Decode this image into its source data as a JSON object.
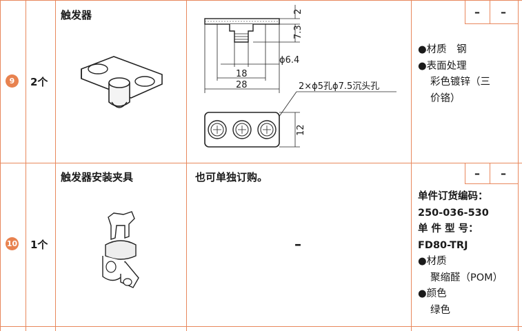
{
  "colors": {
    "border": "#e8875c",
    "badge": "#e8824f",
    "bullet": "#999999"
  },
  "rows": [
    {
      "no": "9",
      "qty": "2个",
      "name": "触发器",
      "drawing": {
        "dims": [
          "2",
          "7.3",
          "ϕ6.4",
          "18",
          "28",
          "12"
        ],
        "hole_note": "2×ϕ5孔ϕ7.5沉头孔"
      },
      "dash1": "–",
      "dash2": "–",
      "spec_lines": [
        "●材质　钢",
        "●表面处理",
        "彩色镀锌（三",
        "价铬）"
      ]
    },
    {
      "no": "10",
      "qty": "1个",
      "name": "触发器安装夹具",
      "order_note": "也可单独订购。",
      "center_dash": "–",
      "dash1": "–",
      "dash2": "–",
      "spec_lines": [
        "单件订货编码：",
        "250-036-530",
        "单 件 型 号：",
        "FD80-TRJ",
        "●材质",
        "聚缩醛（POM）",
        "●颜色",
        "绿色"
      ]
    }
  ]
}
